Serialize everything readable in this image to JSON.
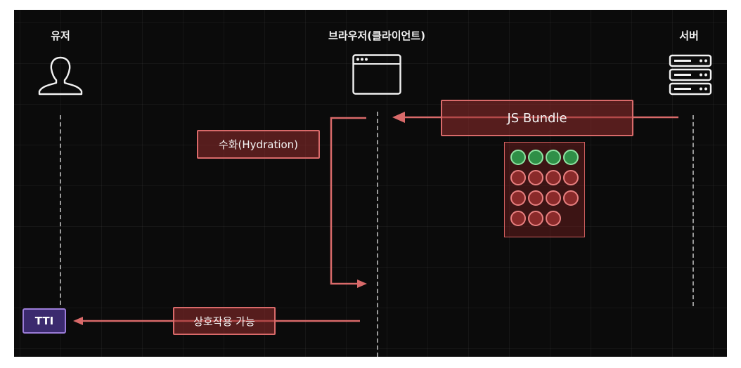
{
  "actors": {
    "user": {
      "label": "유저",
      "icon": "user-icon"
    },
    "browser": {
      "label": "브라우저(클라이언트)",
      "icon": "browser-window-icon"
    },
    "server": {
      "label": "서버",
      "icon": "server-rack-icon"
    }
  },
  "messages": {
    "bundle": "JS Bundle",
    "hydration": "수화(Hydration)",
    "interactive": "상호작용 가능",
    "tti": "TTI"
  },
  "bundle_chunks": {
    "loaded": 4,
    "total": 15,
    "per_row": 4,
    "loaded_color": "#2f8f47",
    "pending_color": "#8a2a2a"
  },
  "colors": {
    "background": "#0b0b0b",
    "arrow": "#d96a6a",
    "message_fill": "#962d2d",
    "tti_fill": "#3b2a6e",
    "tti_border": "#9b7cd8"
  }
}
